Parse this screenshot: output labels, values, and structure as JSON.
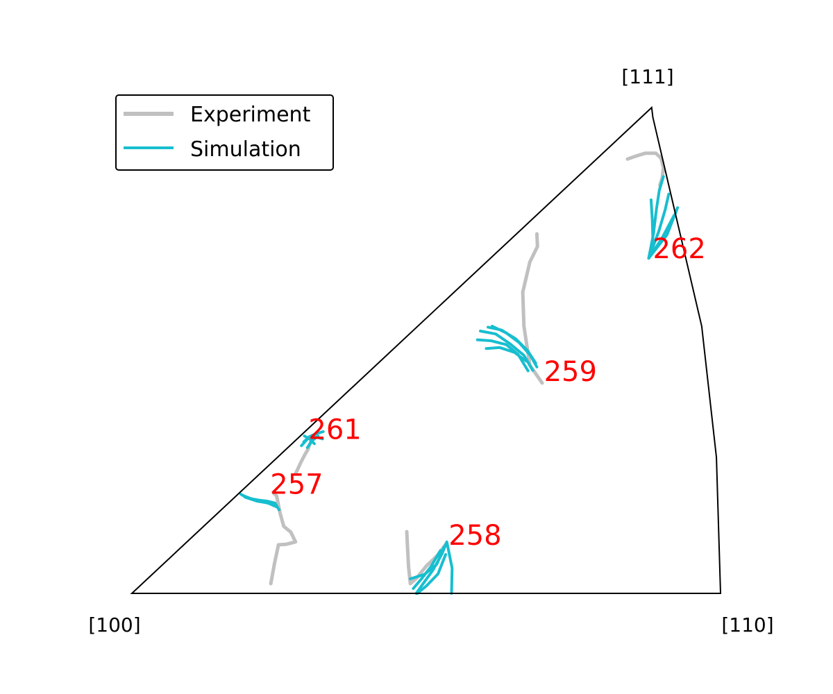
{
  "chart_data": {
    "type": "inverse-pole-figure",
    "corners": [
      "[100]",
      "[110]",
      "[111]"
    ],
    "legend": {
      "placement": "top-left",
      "entries": [
        {
          "name": "Experiment",
          "color": "#c0c0c0"
        },
        {
          "name": "Simulation",
          "color": "#17becf"
        }
      ]
    },
    "label_color": "#ff0000",
    "grains": [
      {
        "id": "257",
        "experiment": [
          [
            0.236,
            0.02
          ],
          [
            0.242,
            0.06
          ],
          [
            0.249,
            0.1
          ],
          [
            0.262,
            0.101
          ],
          [
            0.278,
            0.106
          ],
          [
            0.27,
            0.126
          ],
          [
            0.258,
            0.138
          ],
          [
            0.252,
            0.164
          ],
          [
            0.246,
            0.2
          ],
          [
            0.24,
            0.208
          ]
        ],
        "simulation": [
          [
            [
              0.185,
              0.204
            ],
            [
              0.198,
              0.196
            ],
            [
              0.215,
              0.192
            ],
            [
              0.229,
              0.19
            ],
            [
              0.243,
              0.186
            ],
            [
              0.25,
              0.172
            ]
          ],
          [
            [
              0.189,
              0.201
            ],
            [
              0.205,
              0.194
            ],
            [
              0.224,
              0.188
            ],
            [
              0.24,
              0.183
            ]
          ],
          [
            [
              0.192,
              0.198
            ],
            [
              0.212,
              0.19
            ],
            [
              0.231,
              0.186
            ],
            [
              0.246,
              0.178
            ]
          ]
        ]
      },
      {
        "id": "258",
        "experiment": [
          [
            0.467,
            0.127
          ],
          [
            0.468,
            0.1
          ],
          [
            0.47,
            0.055
          ],
          [
            0.473,
            0.02
          ],
          [
            0.484,
            0.032
          ],
          [
            0.5,
            0.056
          ],
          [
            0.519,
            0.078
          ],
          [
            0.533,
            0.101
          ]
        ],
        "simulation": [
          [
            [
              0.483,
              0.0
            ],
            [
              0.496,
              0.022
            ],
            [
              0.512,
              0.049
            ],
            [
              0.527,
              0.082
            ],
            [
              0.535,
              0.106
            ],
            [
              0.544,
              0.052
            ],
            [
              0.543,
              0.0
            ]
          ],
          [
            [
              0.473,
              0.03
            ],
            [
              0.497,
              0.039
            ],
            [
              0.518,
              0.06
            ],
            [
              0.53,
              0.095
            ]
          ],
          [
            [
              0.478,
              0.01
            ],
            [
              0.492,
              0.03
            ],
            [
              0.508,
              0.055
            ],
            [
              0.524,
              0.088
            ]
          ],
          [
            [
              0.485,
              0.0
            ],
            [
              0.5,
              0.015
            ],
            [
              0.52,
              0.04
            ],
            [
              0.533,
              0.08
            ]
          ]
        ]
      },
      {
        "id": "259",
        "experiment": [
          [
            0.688,
            0.74
          ],
          [
            0.689,
            0.714
          ],
          [
            0.676,
            0.682
          ],
          [
            0.664,
            0.62
          ],
          [
            0.666,
            0.55
          ],
          [
            0.676,
            0.47
          ],
          [
            0.697,
            0.433
          ]
        ],
        "simulation": [
          [
            [
              0.587,
              0.522
            ],
            [
              0.61,
              0.52
            ],
            [
              0.636,
              0.512
            ],
            [
              0.656,
              0.492
            ],
            [
              0.673,
              0.458
            ]
          ],
          [
            [
              0.592,
              0.54
            ],
            [
              0.618,
              0.534
            ],
            [
              0.642,
              0.514
            ],
            [
              0.666,
              0.49
            ],
            [
              0.681,
              0.459
            ]
          ],
          [
            [
              0.605,
              0.548
            ],
            [
              0.628,
              0.542
            ],
            [
              0.652,
              0.524
            ],
            [
              0.672,
              0.5
            ],
            [
              0.686,
              0.474
            ]
          ],
          [
            [
              0.612,
              0.55
            ],
            [
              0.636,
              0.536
            ],
            [
              0.658,
              0.516
            ],
            [
              0.677,
              0.49
            ],
            [
              0.688,
              0.466
            ]
          ],
          [
            [
              0.602,
              0.504
            ],
            [
              0.625,
              0.506
            ],
            [
              0.65,
              0.496
            ],
            [
              0.67,
              0.478
            ]
          ]
        ]
      },
      {
        "id": "261",
        "experiment": [
          [
            0.278,
            0.246
          ],
          [
            0.288,
            0.272
          ],
          [
            0.294,
            0.286
          ],
          [
            0.299,
            0.296
          ],
          [
            0.302,
            0.306
          ],
          [
            0.306,
            0.32
          ]
        ],
        "simulation": [
          [
            [
              0.288,
              0.304
            ],
            [
              0.297,
              0.316
            ],
            [
              0.304,
              0.324
            ],
            [
              0.313,
              0.322
            ],
            [
              0.324,
              0.318
            ]
          ],
          [
            [
              0.292,
              0.312
            ],
            [
              0.301,
              0.322
            ],
            [
              0.311,
              0.328
            ],
            [
              0.325,
              0.333
            ]
          ],
          [
            [
              0.298,
              0.3
            ],
            [
              0.306,
              0.314
            ],
            [
              0.316,
              0.324
            ]
          ],
          [
            [
              0.293,
              0.324
            ],
            [
              0.302,
              0.318
            ],
            [
              0.31,
              0.308
            ]
          ]
        ]
      },
      {
        "id": "262",
        "experiment": [
          [
            0.842,
            0.894
          ],
          [
            0.856,
            0.9
          ],
          [
            0.872,
            0.906
          ],
          [
            0.89,
            0.906
          ],
          [
            0.899,
            0.896
          ],
          [
            0.903,
            0.876
          ],
          [
            0.901,
            0.856
          ],
          [
            0.897,
            0.84
          ]
        ],
        "simulation": [
          [
            [
              0.878,
              0.69
            ],
            [
              0.886,
              0.74
            ],
            [
              0.891,
              0.79
            ],
            [
              0.896,
              0.83
            ],
            [
              0.903,
              0.858
            ]
          ],
          [
            [
              0.878,
              0.69
            ],
            [
              0.895,
              0.745
            ],
            [
              0.906,
              0.79
            ],
            [
              0.912,
              0.822
            ]
          ],
          [
            [
              0.878,
              0.69
            ],
            [
              0.9,
              0.73
            ],
            [
              0.921,
              0.778
            ]
          ],
          [
            [
              0.878,
              0.69
            ],
            [
              0.909,
              0.738
            ],
            [
              0.927,
              0.794
            ]
          ],
          [
            [
              0.878,
              0.69
            ],
            [
              0.885,
              0.73
            ],
            [
              0.884,
              0.77
            ],
            [
              0.882,
              0.81
            ]
          ]
        ]
      }
    ]
  }
}
